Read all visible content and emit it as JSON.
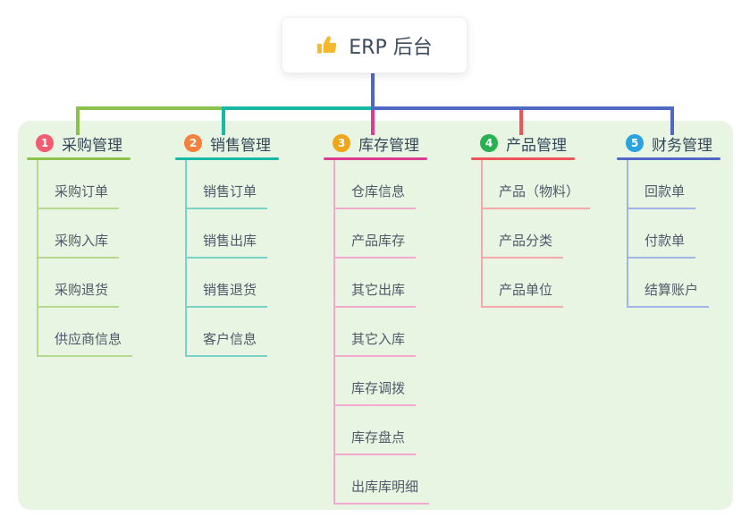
{
  "root": {
    "title": "ERP 后台",
    "icon": "thumbs-up",
    "icon_color": "#f5b82e"
  },
  "panel_bg": "#e9f5e3",
  "branches": [
    {
      "index": "1",
      "label": "采购管理",
      "badge_color": "#f25b70",
      "line_color": "#8bc34a",
      "light_color": "#b7d98f",
      "children": [
        "采购订单",
        "采购入库",
        "采购退货",
        "供应商信息"
      ]
    },
    {
      "index": "2",
      "label": "销售管理",
      "badge_color": "#f5813c",
      "line_color": "#17b8a6",
      "light_color": "#7ad2c6",
      "children": [
        "销售订单",
        "销售出库",
        "销售退货",
        "客户信息"
      ]
    },
    {
      "index": "3",
      "label": "库存管理",
      "badge_color": "#f1a518",
      "line_color": "#de3a92",
      "light_color": "#f2a9ce",
      "children": [
        "仓库信息",
        "产品库存",
        "其它出库",
        "其它入库",
        "库存调拨",
        "库存盘点",
        "出库库明细"
      ]
    },
    {
      "index": "4",
      "label": "产品管理",
      "badge_color": "#27b150",
      "line_color": "#f05458",
      "light_color": "#f6a8aa",
      "children": [
        "产品（物料）",
        "产品分类",
        "产品单位"
      ]
    },
    {
      "index": "5",
      "label": "财务管理",
      "badge_color": "#2ba3e0",
      "line_color": "#4f68c6",
      "light_color": "#a2b3e8",
      "children": [
        "回款单",
        "付款单",
        "结算账户"
      ]
    }
  ]
}
